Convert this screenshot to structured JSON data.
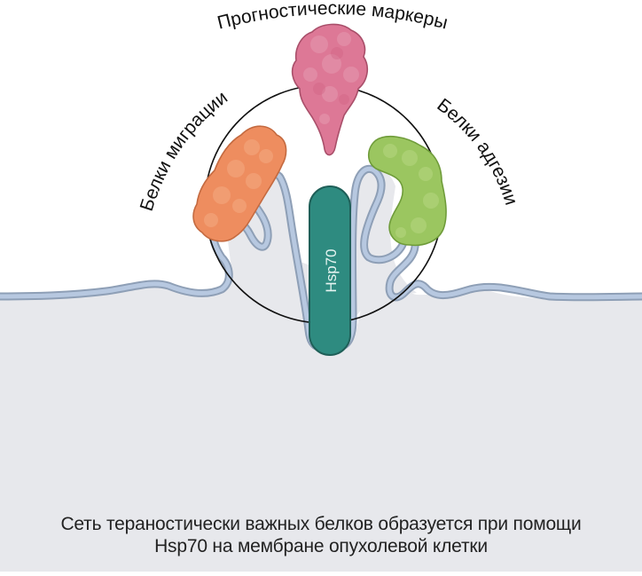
{
  "diagram": {
    "labels": {
      "top": "Прогностические маркеры",
      "left": "Белки миграции",
      "right": "Белки адгезии",
      "center_protein": "Hsp70"
    },
    "caption": {
      "line1": "Сеть тераностически важных белков образуется при помощи",
      "line2": "Hsp70 на мембране опухолевой клетки"
    },
    "elements": [
      {
        "name": "prognostic-marker-protein",
        "shape": "cloud-teardrop",
        "color": "#dd7896"
      },
      {
        "name": "migration-protein",
        "shape": "blob-elongated",
        "color": "#ee8d5f"
      },
      {
        "name": "adhesion-protein",
        "shape": "blob-kidney",
        "color": "#9bc660"
      },
      {
        "name": "hsp70-protein",
        "shape": "rounded-bar",
        "color": "#2e8b80"
      },
      {
        "name": "cell-membrane",
        "shape": "wavy-double-line",
        "color": "#b7c8e0"
      },
      {
        "name": "network-circle",
        "shape": "circle-outline",
        "color": "#111111"
      }
    ],
    "colors": {
      "background": "#ffffff",
      "cytoplasm": "#e7e8ec",
      "membrane_fill": "#b7c8e0",
      "membrane_edge": "#8e9fb6",
      "hsp70": "#2e8b80",
      "hsp70_edge": "#1f5f58",
      "hsp70_text": "#e6f4f1",
      "pink": "#dd7896",
      "orange": "#ee8d5f",
      "green": "#9bc660",
      "text": "#111111"
    }
  }
}
